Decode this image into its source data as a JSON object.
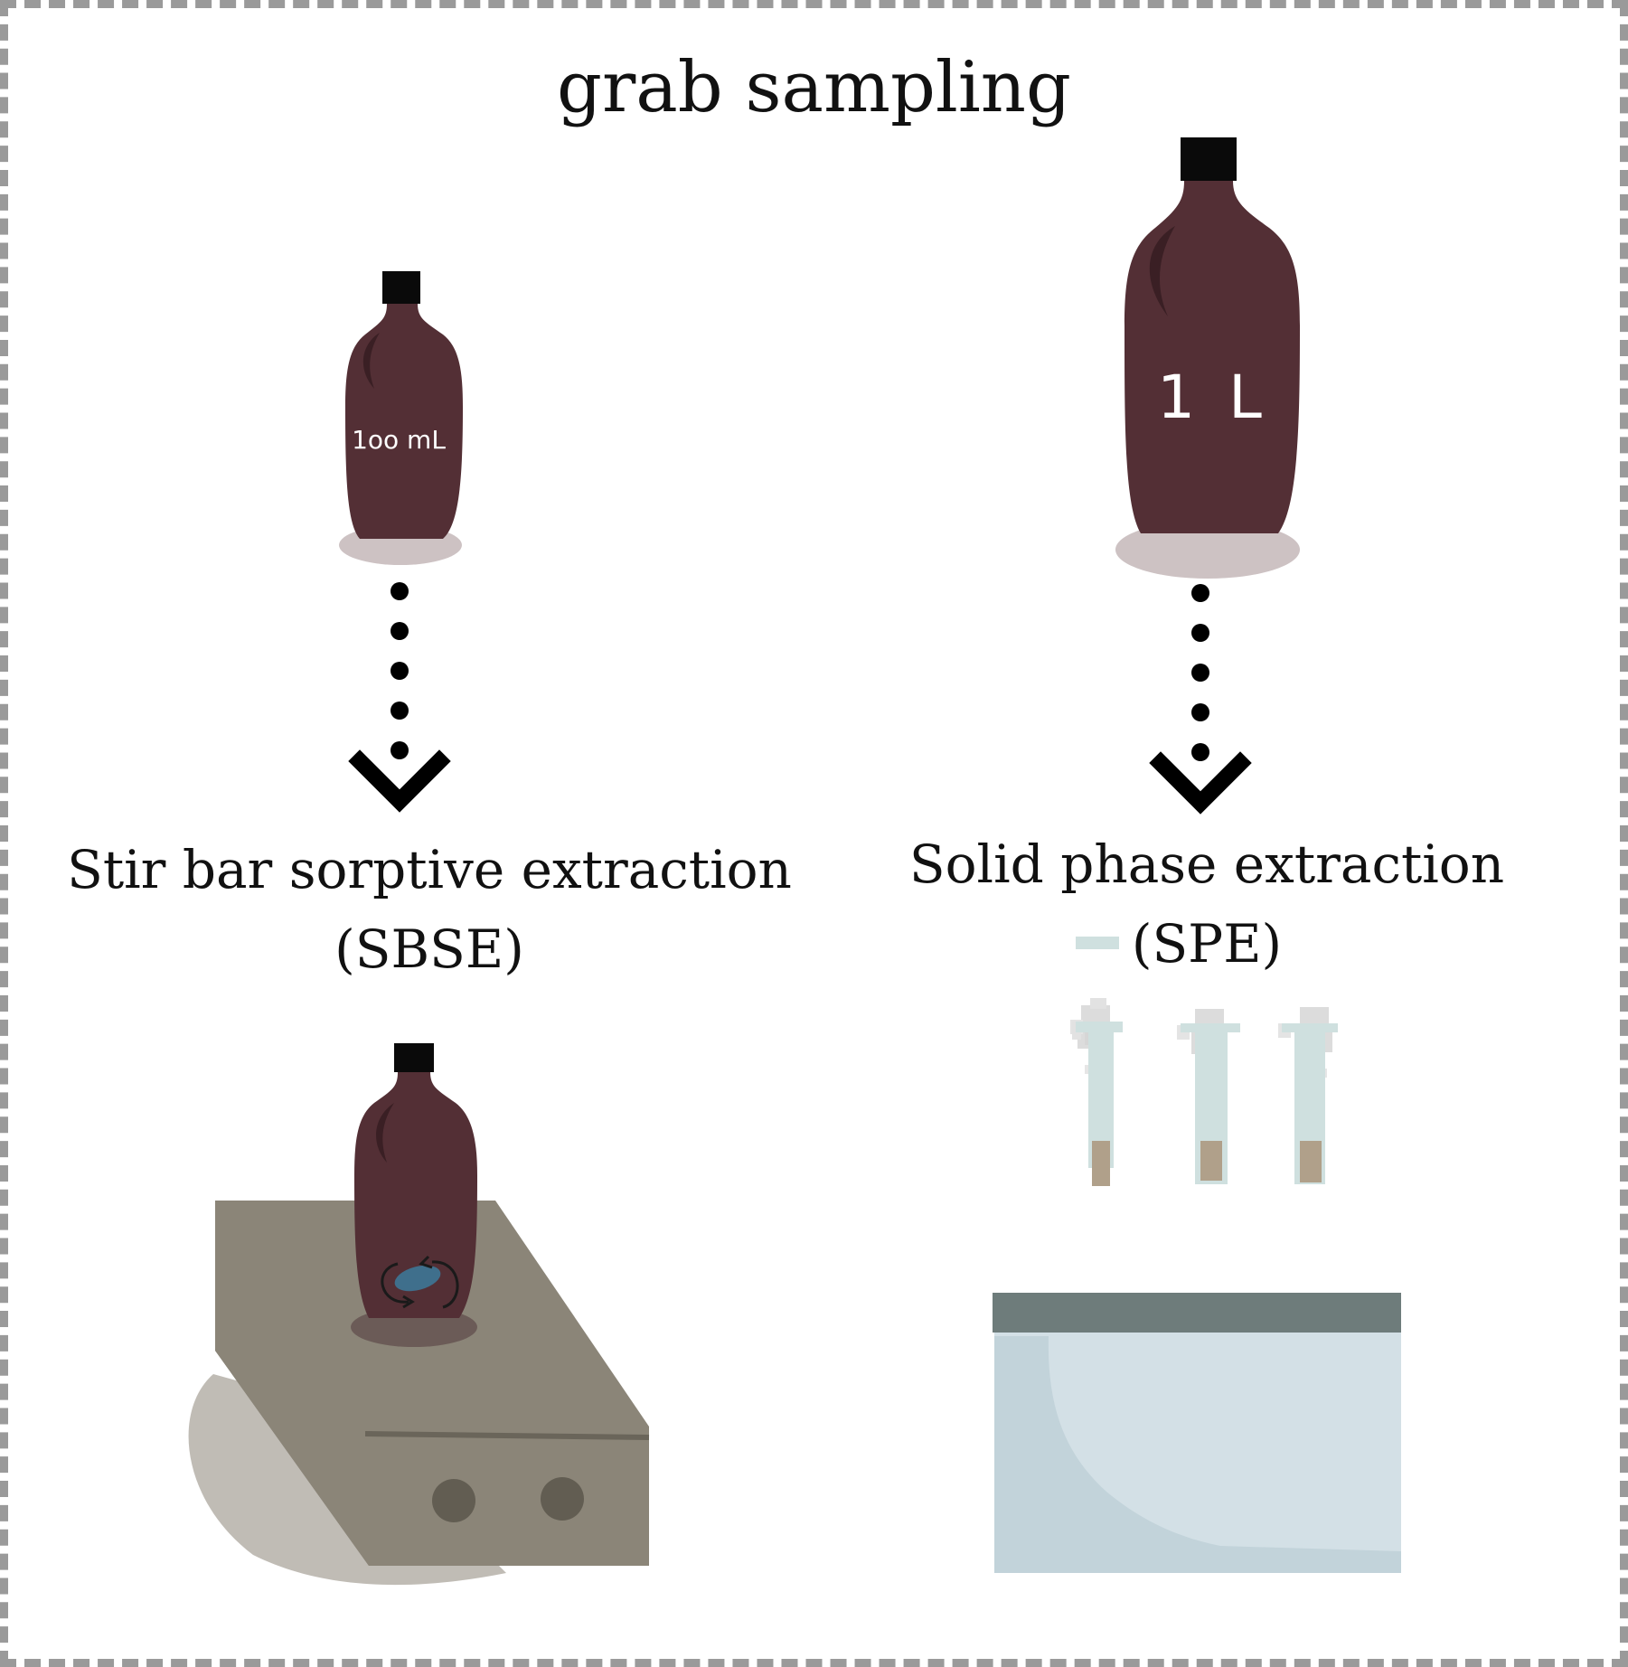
{
  "title": "grab sampling",
  "bottles": {
    "small_label": "1oo mL",
    "large_label": "1 L"
  },
  "methods": {
    "sbse": {
      "line1": "Stir bar sorptive extraction",
      "line2": "(SBSE)"
    },
    "spe": {
      "line1": "Solid phase extraction",
      "line2": "(SPE)"
    }
  },
  "colors": {
    "bottle": "#532f35",
    "cap": "#0a0a0a",
    "stirrer": "#8b8578",
    "spe_tank": "#d3e0e6",
    "spe_lid": "#6e7c7b",
    "frame": "#9a9a9a"
  }
}
